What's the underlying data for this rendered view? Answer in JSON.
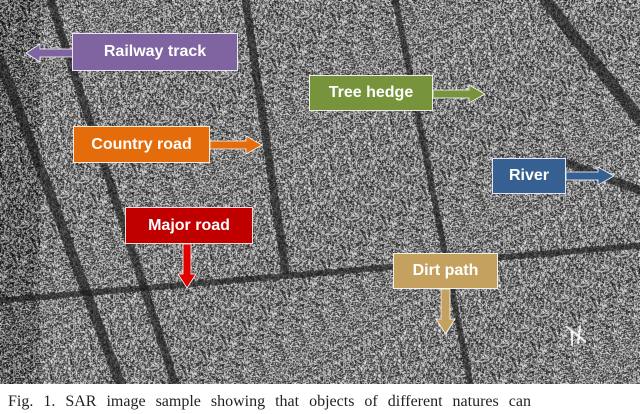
{
  "figure": {
    "description_label": "SAR image",
    "callouts": [
      {
        "id": "railway-track",
        "label": "Railway track",
        "color": "#8064a2",
        "arrow": "left"
      },
      {
        "id": "tree-hedge",
        "label": "Tree hedge",
        "color": "#77933c",
        "arrow": "right"
      },
      {
        "id": "country-road",
        "label": "Country road",
        "color": "#e46c0a",
        "arrow": "right"
      },
      {
        "id": "river",
        "label": "River",
        "color": "#376092",
        "arrow": "right"
      },
      {
        "id": "major-road",
        "label": "Major road",
        "color": "#c00000",
        "arrow": "down"
      },
      {
        "id": "dirt-path",
        "label": "Dirt path",
        "color": "#c4a15f",
        "arrow": "down"
      }
    ]
  },
  "caption": {
    "text": "Fig. 1.   SAR image sample showing that objects of different natures can"
  }
}
